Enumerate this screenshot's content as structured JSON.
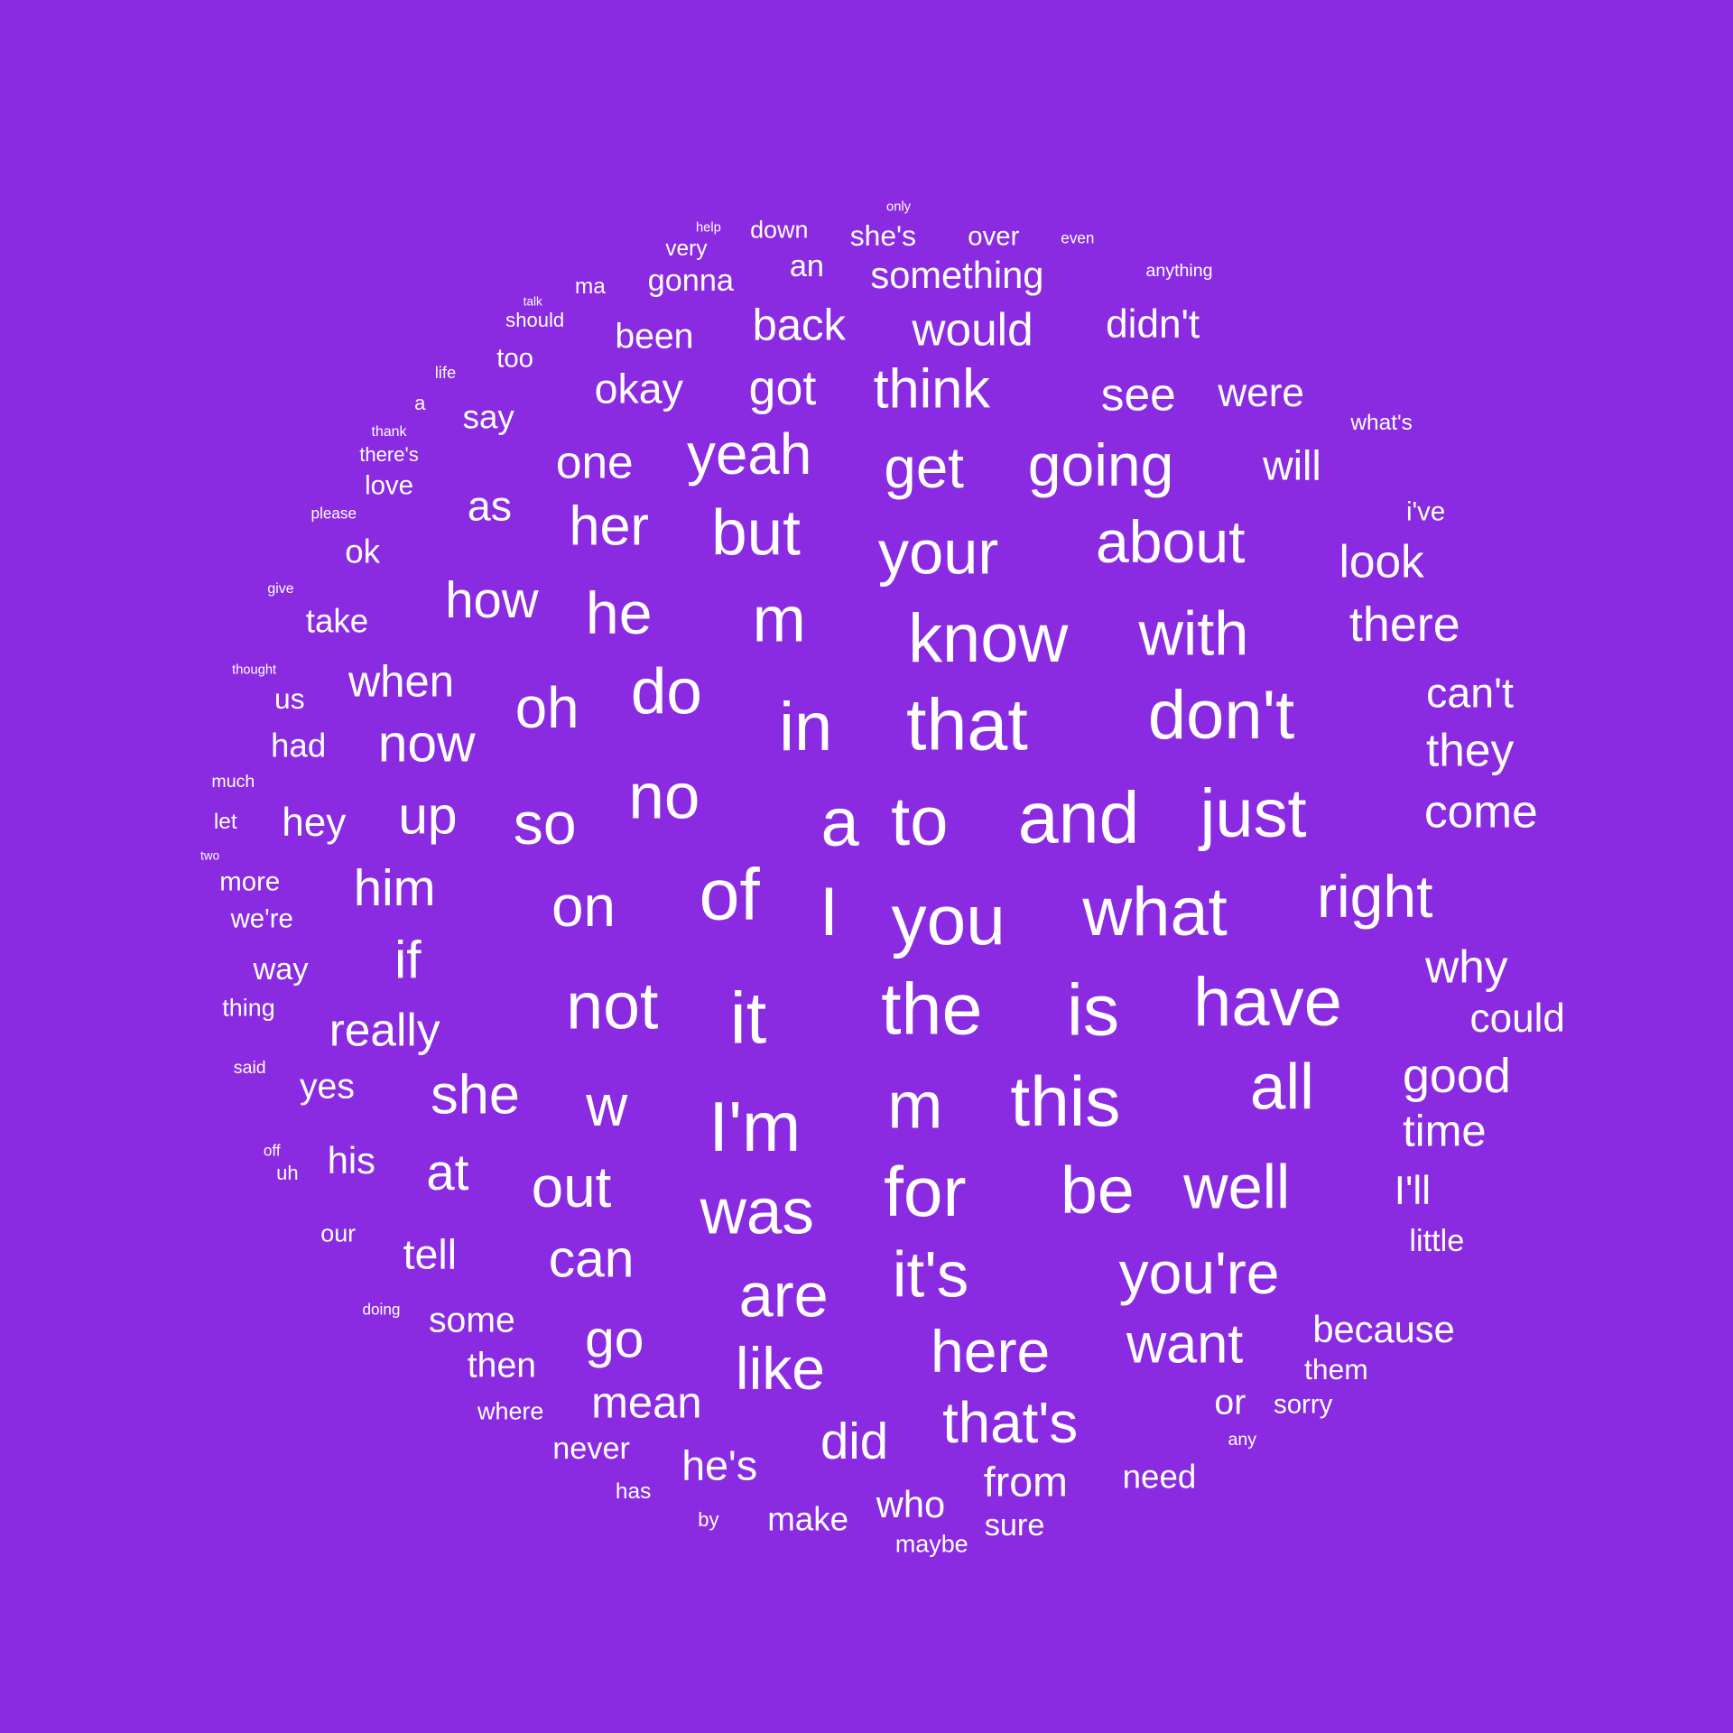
{
  "background_color": "#8a2be2",
  "word_color": "#ffffff",
  "words": [
    "only",
    "help",
    "down",
    "she's",
    "over",
    "even",
    "very",
    "an",
    "something",
    "anything",
    "gonna",
    "talk",
    "ma",
    "should",
    "back",
    "would",
    "didn't",
    "been",
    "too",
    "life",
    "okay",
    "got",
    "think",
    "see",
    "were",
    "a",
    "say",
    "what's",
    "thank",
    "there's",
    "one",
    "yeah",
    "get",
    "going",
    "will",
    "love",
    "as",
    "please",
    "her",
    "but",
    "i've",
    "your",
    "about",
    "look",
    "ok",
    "give",
    "how",
    "he",
    "m",
    "take",
    "know",
    "with",
    "there",
    "thought",
    "when",
    "us",
    "do",
    "oh",
    "in",
    "that",
    "don't",
    "can't",
    "had",
    "now",
    "they",
    "much",
    "up",
    "no",
    "let",
    "hey",
    "so",
    "a",
    "to",
    "and",
    "just",
    "come",
    "two",
    "more",
    "him",
    "of",
    "right",
    "on",
    "I",
    "you",
    "what",
    "we're",
    "if",
    "why",
    "way",
    "thing",
    "not",
    "it",
    "the",
    "is",
    "have",
    "could",
    "really",
    "said",
    "yes",
    "she",
    "good",
    "w",
    "all",
    "this",
    "m",
    "I'm",
    "time",
    "off",
    "his",
    "uh",
    "at",
    "out",
    "for",
    "be",
    "well",
    "I'll",
    "was",
    "our",
    "tell",
    "can",
    "little",
    "are",
    "it's",
    "you're",
    "doing",
    "some",
    "because",
    "go",
    "then",
    "here",
    "want",
    "like",
    "them",
    "mean",
    "where",
    "that's",
    "or",
    "sorry",
    "any",
    "never",
    "did",
    "he's",
    "from",
    "need",
    "has",
    "by",
    "make",
    "who",
    "sure",
    "maybe"
  ]
}
